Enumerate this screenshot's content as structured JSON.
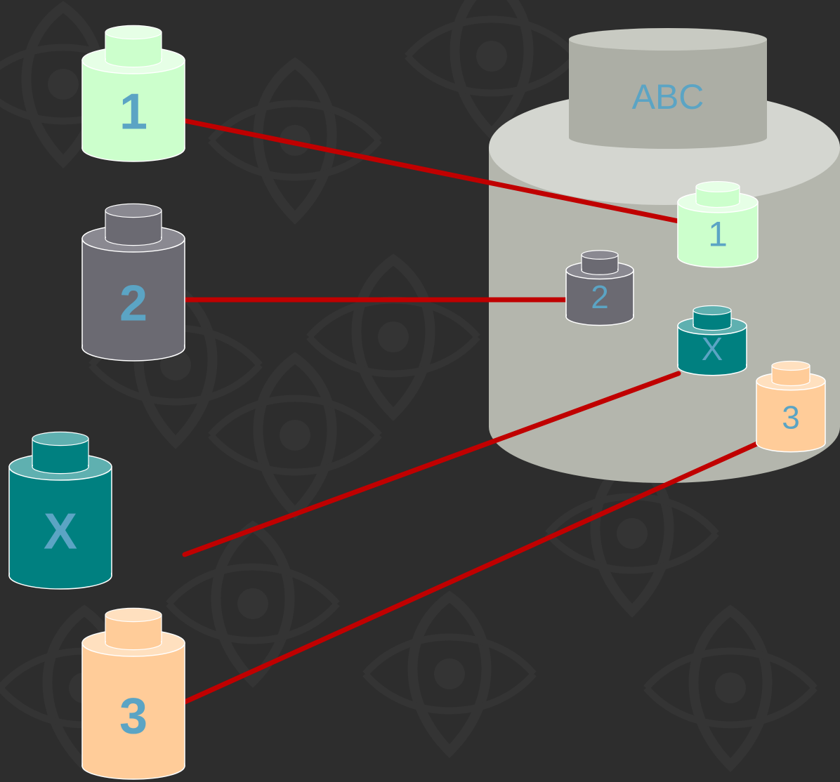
{
  "colors": {
    "background": "#2d2d2d",
    "pattern": "#3a3a3a",
    "connector": "#c00000",
    "label": "#5ba4c4",
    "label_dark": "#2e2e2e",
    "container_top": "#d4d6d0",
    "container_body": "#b4b6ad",
    "container_cap": "#acaea5",
    "container_cap_top": "#c8cac2"
  },
  "container": {
    "label": "ABC"
  },
  "stores": [
    {
      "id": "1",
      "label": "1",
      "fill": "#ccffcc",
      "top": "#e6ffe6",
      "edge": "#b3e6b3"
    },
    {
      "id": "2",
      "label": "2",
      "fill": "#6b6a72",
      "top": "#8a8991",
      "edge": "#55545c"
    },
    {
      "id": "x",
      "label": "X",
      "fill": "#008080",
      "top": "#5fb0b0",
      "edge": "#006666"
    },
    {
      "id": "3",
      "label": "3",
      "fill": "#ffcc99",
      "top": "#ffe0bf",
      "edge": "#e6b080"
    }
  ],
  "connections": [
    {
      "from": "1",
      "to": "1"
    },
    {
      "from": "2",
      "to": "2"
    },
    {
      "from": "x",
      "to": "x"
    },
    {
      "from": "3",
      "to": "3"
    }
  ]
}
